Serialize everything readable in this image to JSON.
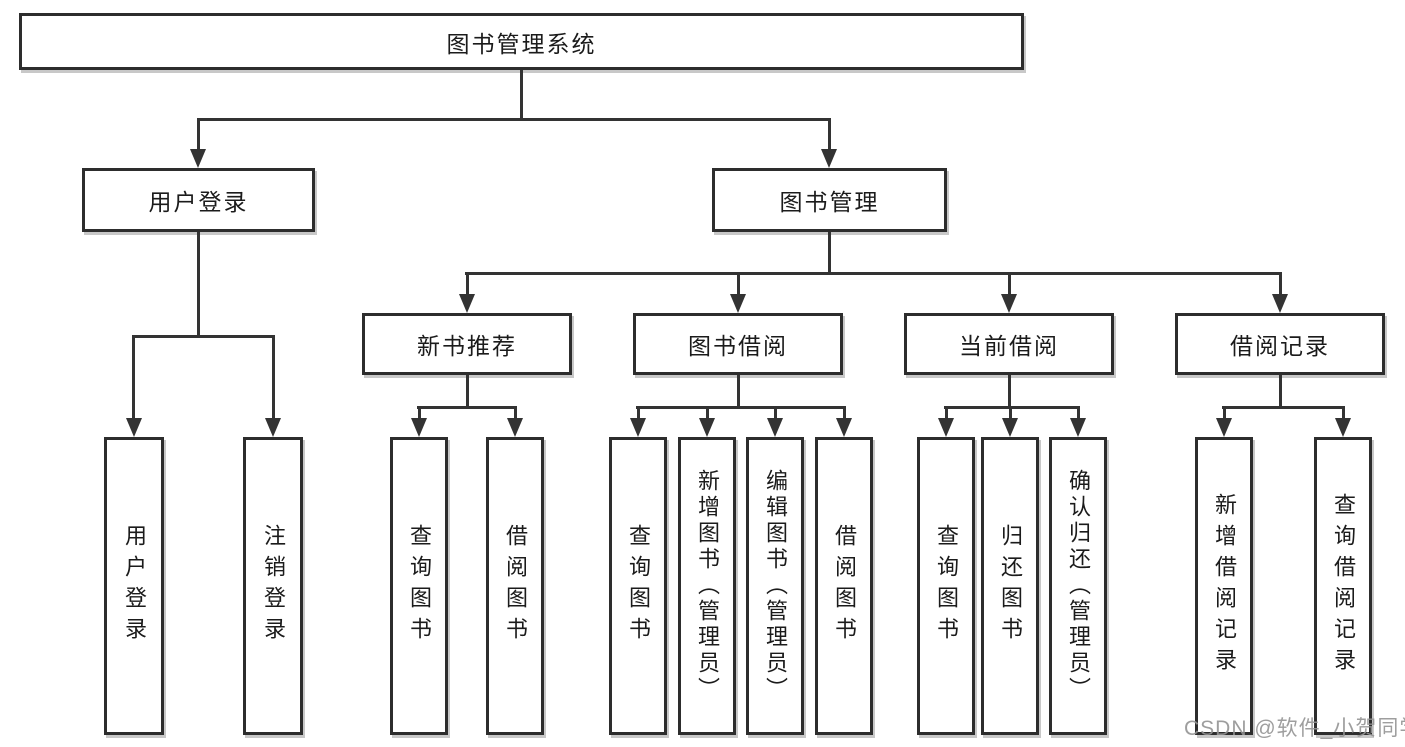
{
  "diagram": {
    "title": "图书管理系统",
    "root": {
      "label": "图书管理系统"
    },
    "branches": [
      {
        "label": "用户登录",
        "children": [
          {
            "label": "用户登录"
          },
          {
            "label": "注销登录"
          }
        ]
      },
      {
        "label": "图书管理",
        "children": [
          {
            "label": "新书推荐",
            "children": [
              {
                "label": "查询图书"
              },
              {
                "label": "借阅图书"
              }
            ]
          },
          {
            "label": "图书借阅",
            "children": [
              {
                "label": "查询图书"
              },
              {
                "label": "新增图书（管理员）"
              },
              {
                "label": "编辑图书（管理员）"
              },
              {
                "label": "借阅图书"
              }
            ]
          },
          {
            "label": "当前借阅",
            "children": [
              {
                "label": "查询图书"
              },
              {
                "label": "归还图书"
              },
              {
                "label": "确认归还（管理员）"
              }
            ]
          },
          {
            "label": "借阅记录",
            "children": [
              {
                "label": "新增借阅记录"
              },
              {
                "label": "查询借阅记录"
              }
            ]
          }
        ]
      }
    ]
  },
  "watermark": {
    "text": "CSDN @软件_小贺同学"
  },
  "colors": {
    "line": "#333333",
    "border": "#2d2d2d",
    "text": "#1b1b1b",
    "shadow": "#c8c8c8",
    "watermark": "#949494",
    "background": "#ffffff"
  }
}
